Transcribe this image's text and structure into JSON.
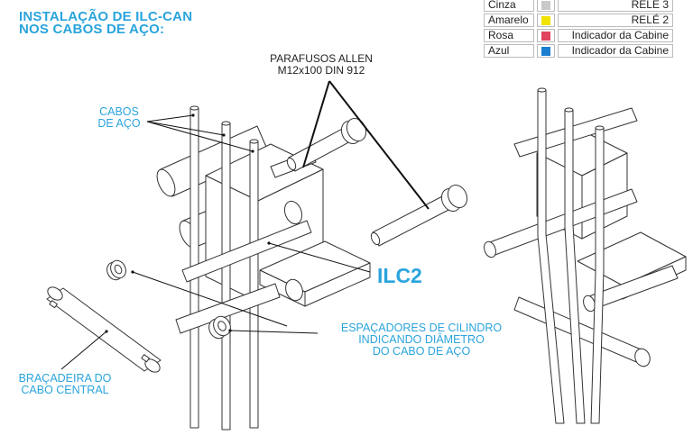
{
  "title_line1": "INSTALAÇÃO DE ILC-CAN",
  "title_line2": "NOS CABOS DE AÇO:",
  "legend": [
    {
      "name": "Cinza",
      "color": "#c9c9c9",
      "value": "RELÉ 3"
    },
    {
      "name": "Amarelo",
      "color": "#f2e300",
      "value": "RELÉ 2"
    },
    {
      "name": "Rosa",
      "color": "#e0445f",
      "value": "Indicador da Cabine"
    },
    {
      "name": "Azul",
      "color": "#1a7fd0",
      "value": "Indicador da Cabine"
    }
  ],
  "labels": {
    "cabos_line1": "CABOS",
    "cabos_line2": "DE AÇO",
    "parafusos_line1": "PARAFUSOS ALLEN",
    "parafusos_line2": "M12x100 DIN 912",
    "ilc2": "ILC2",
    "espacadores_line1": "ESPAÇADORES DE CILINDRO",
    "espacadores_line2": "INDICANDO DIÂMETRO",
    "espacadores_line3": "DO CABO DE AÇO",
    "bracadeira_line1": "BRAÇADEIRA DO",
    "bracadeira_line2": "CABO CENTRAL"
  }
}
